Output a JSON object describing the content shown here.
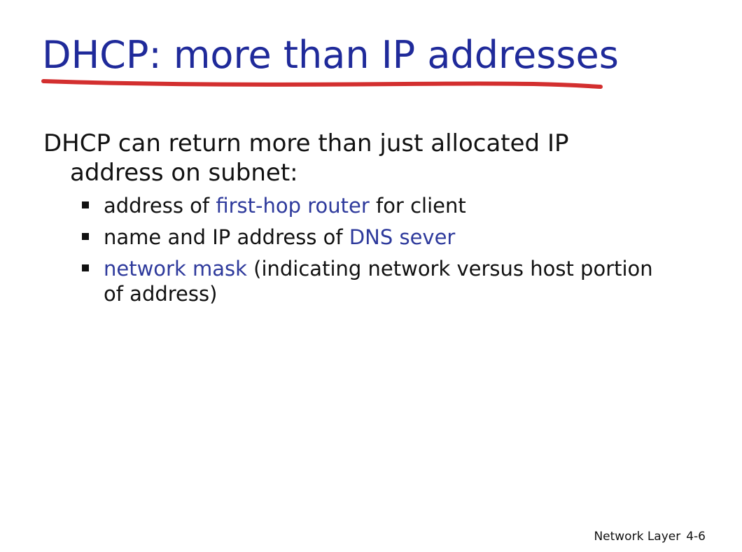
{
  "colors": {
    "title": "#1f2a9a",
    "highlight": "#2e3a9c",
    "underline": "#d32f2f",
    "text": "#111111",
    "background": "#ffffff"
  },
  "slide": {
    "title": "DHCP: more than IP addresses",
    "main_bullet": {
      "line1": "DHCP can return more than just allocated IP",
      "line2": "address on subnet:"
    },
    "sub_bullets": [
      {
        "before": "address of ",
        "highlight": "first-hop router",
        "after": " for client"
      },
      {
        "before": "name and IP address of ",
        "highlight": "DNS sever",
        "after": ""
      },
      {
        "before": "",
        "highlight": "network mask",
        "after": " (indicating network versus host portion of address)"
      }
    ],
    "footer": {
      "label": "Network Layer",
      "page": "4-6"
    }
  }
}
